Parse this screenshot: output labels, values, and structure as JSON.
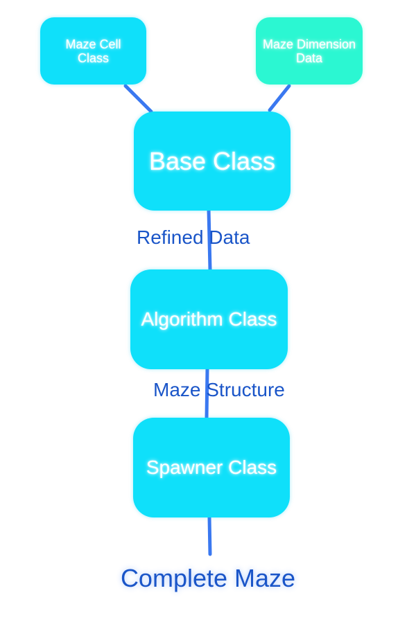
{
  "nodes": {
    "maze_cell": [
      "Maze Cell",
      "Class"
    ],
    "maze_dimension": [
      "Maze Dimension",
      "Data"
    ],
    "base": "Base Class",
    "algorithm": "Algorithm Class",
    "spawner": "Spawner Class"
  },
  "edge_labels": {
    "base_to_algorithm": "Refined Data",
    "algorithm_to_spawner": "Maze Structure"
  },
  "output": "Complete Maze",
  "colors": {
    "node_fill": "#0fe0fa",
    "dimension_fill": "#2bf7d2",
    "edge": "#3a78f0",
    "label_text": "#1a55c8"
  }
}
